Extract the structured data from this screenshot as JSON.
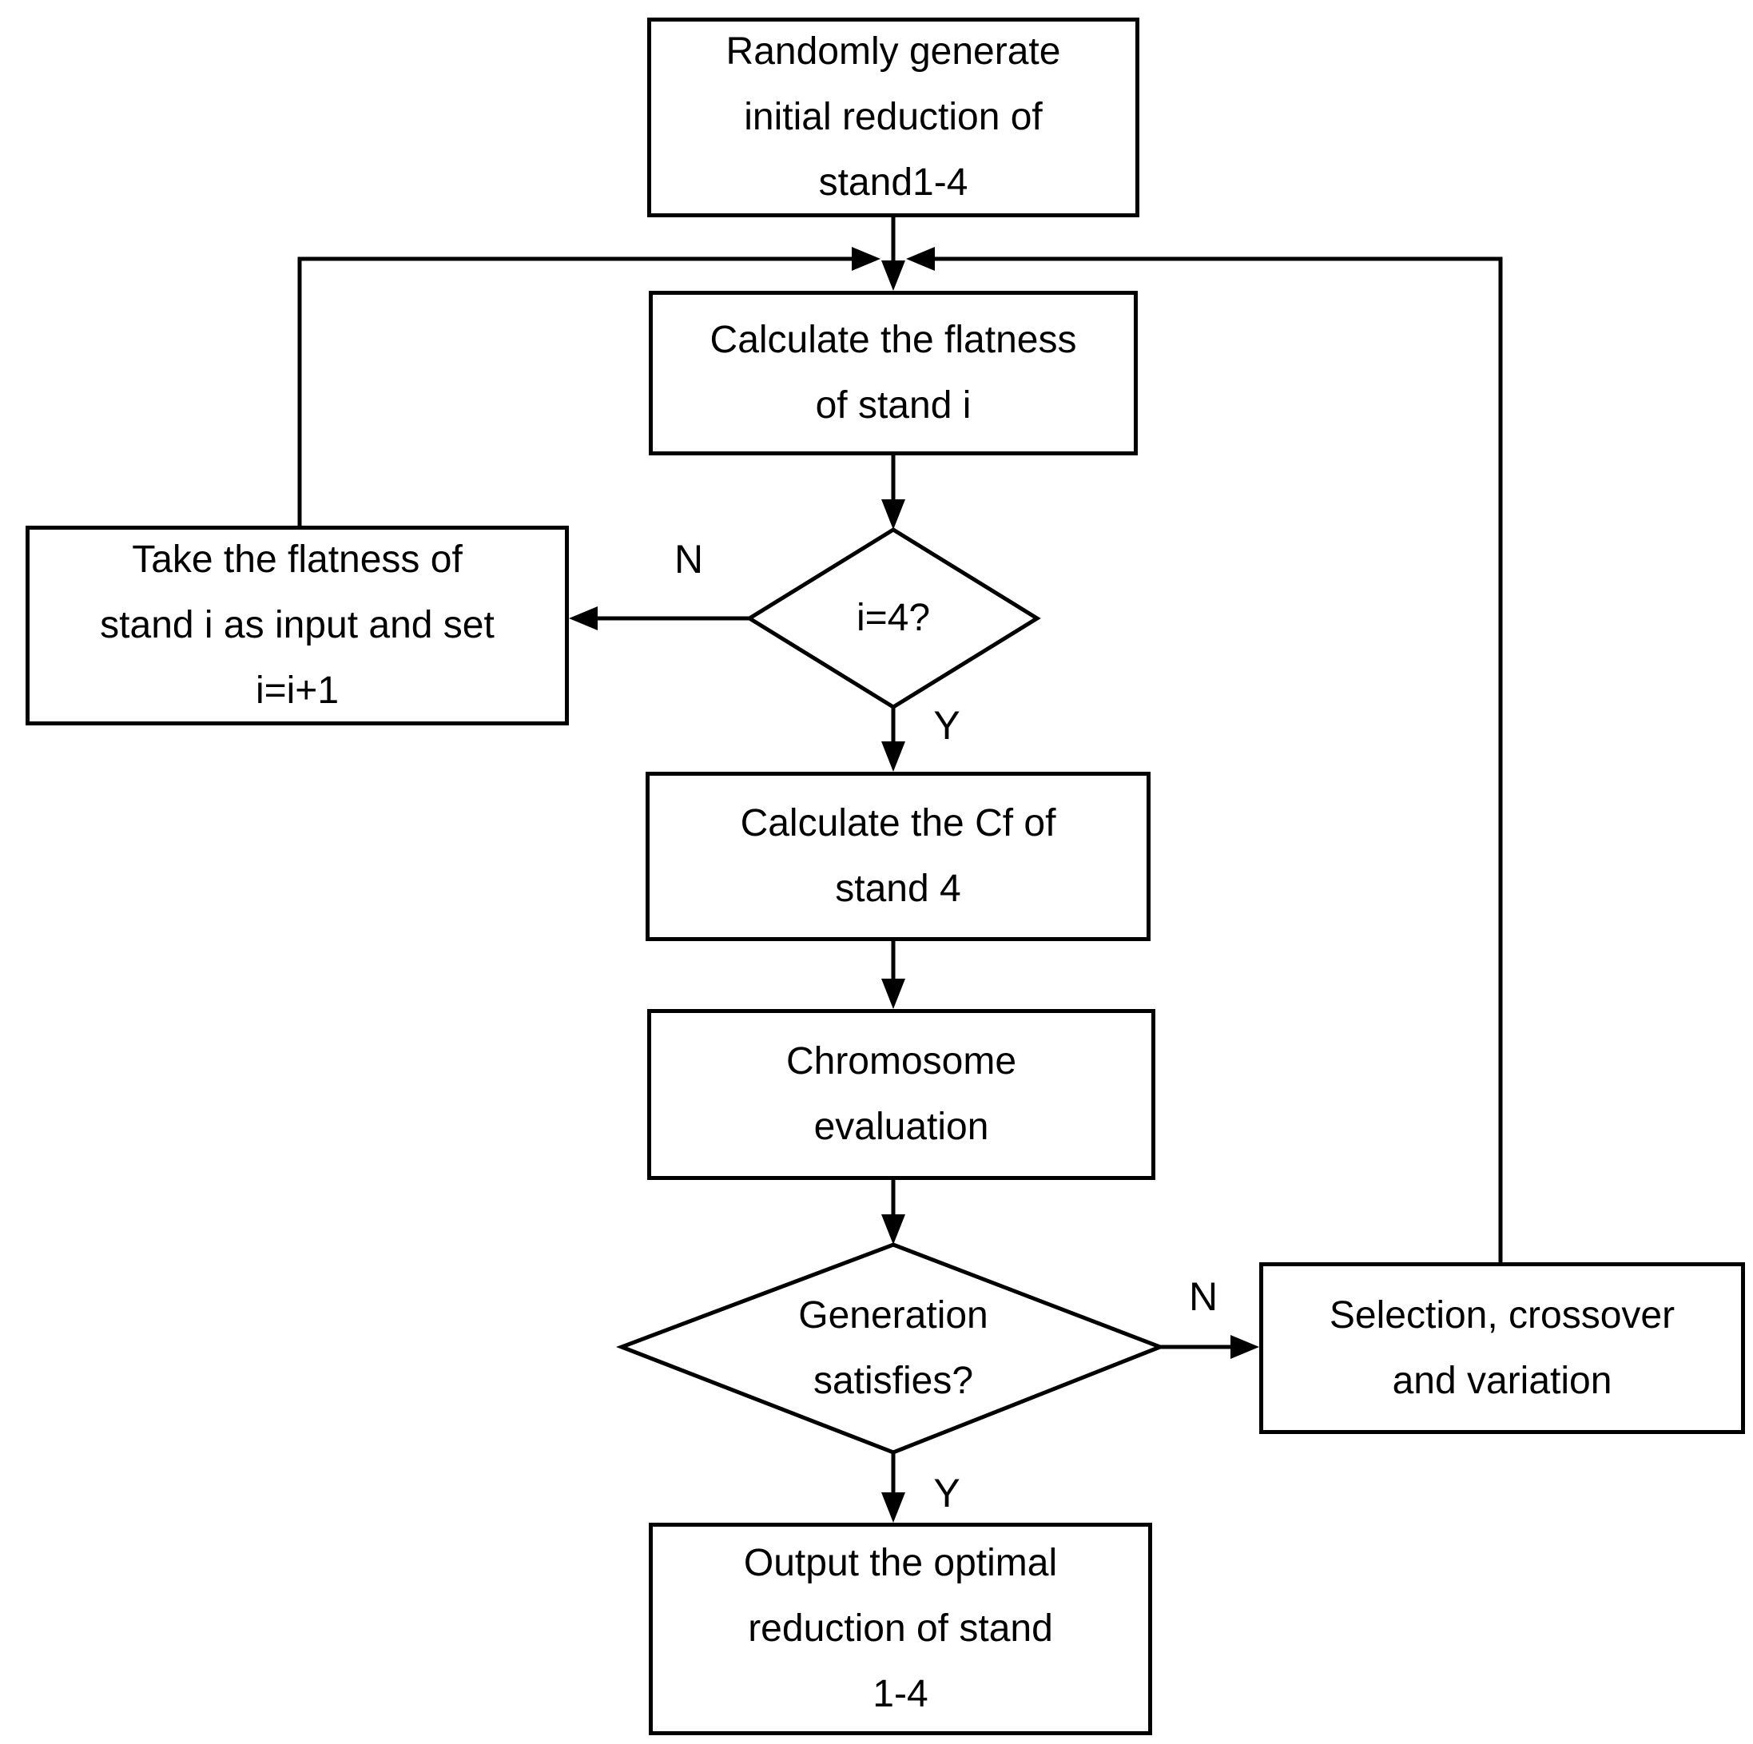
{
  "colors": {
    "line": "#000000",
    "text": "#000000",
    "background": "#ffffff"
  },
  "nodes": {
    "start": {
      "lines": [
        "Randomly generate",
        "initial reduction of",
        "stand1-4"
      ]
    },
    "calc_flatness": {
      "lines": [
        "Calculate the flatness",
        "of stand i"
      ]
    },
    "decision_i_equals_4": {
      "lines": [
        "i=4?"
      ]
    },
    "take_flatness": {
      "lines": [
        "Take the flatness of",
        "stand i as input and set",
        "i=i+1"
      ]
    },
    "calc_cf": {
      "lines": [
        "Calculate the Cf of",
        "stand 4"
      ]
    },
    "chromosome_evaluation": {
      "lines": [
        "Chromosome",
        "evaluation"
      ]
    },
    "decision_generation": {
      "lines": [
        "Generation",
        "satisfies?"
      ]
    },
    "selection_crossover": {
      "lines": [
        "Selection, crossover",
        "and variation"
      ]
    },
    "output": {
      "lines": [
        "Output the optimal",
        "reduction of stand",
        "1-4"
      ]
    }
  },
  "edge_labels": {
    "i4_no": "N",
    "i4_yes": "Y",
    "generation_no": "N",
    "generation_yes": "Y"
  }
}
